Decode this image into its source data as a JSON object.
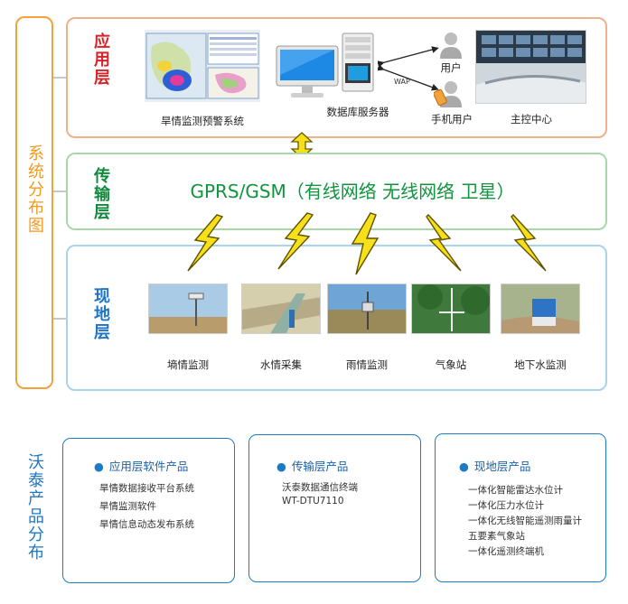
{
  "side_label": "系统分布图",
  "layers": {
    "app": {
      "name": "应用层",
      "labels": {
        "system": "旱情监测预警系统",
        "server": "数据库服务器",
        "user": "用户",
        "mobile": "手机用户",
        "center": "主控中心",
        "wap": "WAP"
      }
    },
    "transport": {
      "name": "传输层",
      "text": "GPRS/GSM（有线网络 无线网络 卫星）"
    },
    "field": {
      "name": "现地层",
      "sites": [
        {
          "label": "墒情监测"
        },
        {
          "label": "水情采集"
        },
        {
          "label": "雨情监测"
        },
        {
          "label": "气象站"
        },
        {
          "label": "地下水监测"
        }
      ]
    }
  },
  "products_label": "沃泰产品分布",
  "products": [
    {
      "title": "应用层软件产品",
      "items": [
        "旱情数据接收平台系统",
        "旱情监测软件",
        "旱情信息动态发布系统"
      ]
    },
    {
      "title": "传输层产品",
      "items": [
        "沃泰数据通信终端",
        "WT-DTU7110"
      ]
    },
    {
      "title": "现地层产品",
      "items": [
        "一体化智能雷达水位计",
        "一体化压力水位计",
        "一体化无线智能遥测雨量计",
        "五要素气象站",
        "一体化遥测终端机"
      ]
    }
  ],
  "colors": {
    "app_border": "#f0b08a",
    "transport_border": "#a8d8a8",
    "field_border": "#a9d3ef",
    "bracket": "#f3a23b",
    "lightning": "#f7e01a"
  }
}
